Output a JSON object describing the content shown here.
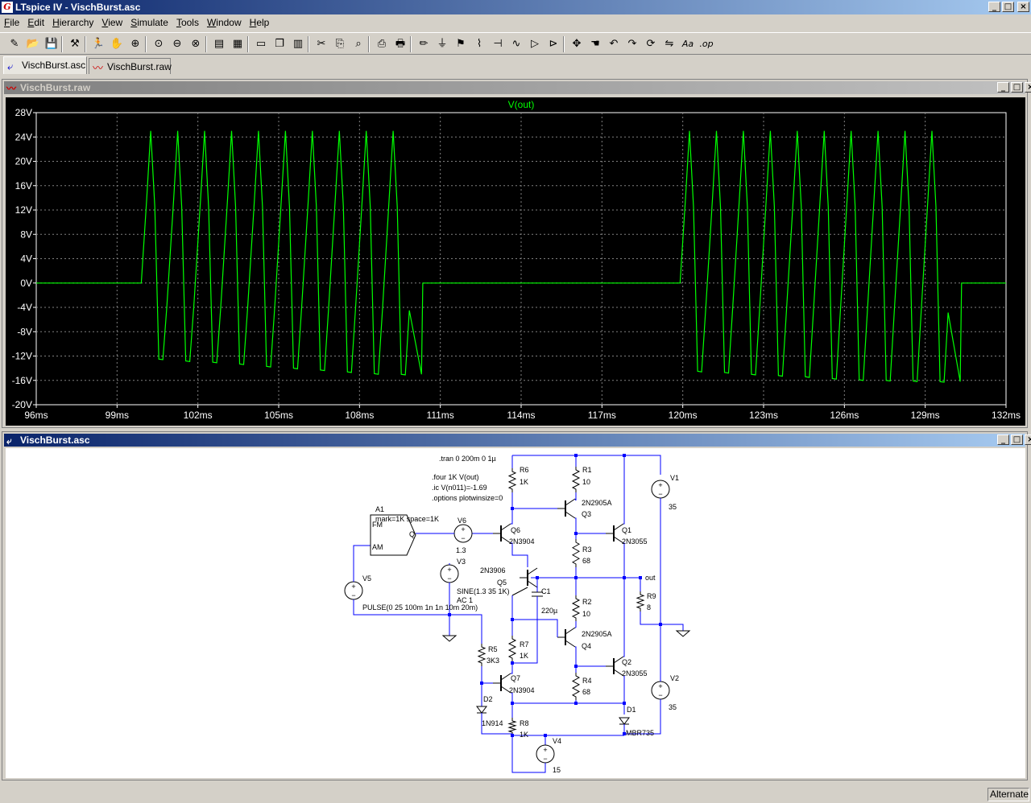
{
  "window": {
    "title": "LTspice IV - VischBurst.asc",
    "icon_letter": "G",
    "min": "_",
    "max": "□",
    "close": "×"
  },
  "menu": [
    "File",
    "Edit",
    "Hierarchy",
    "View",
    "Simulate",
    "Tools",
    "Window",
    "Help"
  ],
  "menu_underline": [
    "F",
    "E",
    "H",
    "V",
    "S",
    "T",
    "W",
    "H"
  ],
  "tabs": [
    {
      "label": "VischBurst.asc",
      "icon": "schematic-icon"
    },
    {
      "label": "VischBurst.raw",
      "icon": "waveform-icon"
    }
  ],
  "plot_window": {
    "title": "VischBurst.raw"
  },
  "schematic_window": {
    "title": "VischBurst.asc"
  },
  "status": {
    "right_label": "Alternate"
  },
  "colors": {
    "trace": "#00ff00",
    "grid": "#808080",
    "plot_bg": "#000000",
    "wire": "#0000ff",
    "component": "#000000"
  },
  "chart_data": {
    "type": "line",
    "title": "V(out)",
    "series": [
      {
        "name": "V(out)"
      }
    ],
    "xlabel": "",
    "ylabel": "",
    "xlim": [
      96,
      132
    ],
    "ylim": [
      -20,
      28
    ],
    "x_unit": "ms",
    "y_unit": "V",
    "x_ticks": [
      "96ms",
      "99ms",
      "102ms",
      "105ms",
      "108ms",
      "111ms",
      "114ms",
      "117ms",
      "120ms",
      "123ms",
      "126ms",
      "129ms",
      "132ms"
    ],
    "y_ticks": [
      "28V",
      "24V",
      "20V",
      "16V",
      "12V",
      "8V",
      "4V",
      "0V",
      "-4V",
      "-8V",
      "-12V",
      "-16V",
      "-20V"
    ],
    "grid": true,
    "bursts": [
      {
        "start_ms": 100,
        "end_ms": 110,
        "cycles": 10,
        "period_ms": 1,
        "peak_v": 25,
        "trough_v": [
          -12.5,
          -12.8,
          -13.0,
          -13.3,
          -13.7,
          -14.0,
          -14.3,
          -14.6,
          -14.9,
          -15.0
        ]
      },
      {
        "start_ms": 120,
        "end_ms": 130,
        "cycles": 10,
        "period_ms": 1,
        "peak_v": 25,
        "trough_v": [
          -14.5,
          -14.7,
          -15.0,
          -15.2,
          -15.4,
          -15.7,
          -15.9,
          -16.0,
          -16.1,
          -16.2
        ]
      }
    ],
    "baseline_v": 0
  },
  "schematic": {
    "directives": [
      ".tran 0 200m 0 1µ",
      ".four 1K V(out)",
      ".ic V(n011)=-1.69",
      ".options plotwinsize=0"
    ],
    "components": {
      "A1": {
        "name": "A1",
        "value": "mark=1K space=1K",
        "pins": [
          "FM",
          "AM",
          "Q"
        ]
      },
      "V6": {
        "name": "V6",
        "value": "1.3"
      },
      "V3": {
        "name": "V3",
        "value": "SINE(1.3 35 1K)",
        "value2": "AC 1"
      },
      "V5": {
        "name": "V5",
        "value": "PULSE(0 25 100m 1n 1n 10m 20m)"
      },
      "R6": {
        "name": "R6",
        "value": "1K"
      },
      "R1": {
        "name": "R1",
        "value": "10"
      },
      "Q3": {
        "name": "Q3",
        "value": "2N2905A"
      },
      "Q6": {
        "name": "Q6",
        "value": "2N3904"
      },
      "Q1": {
        "name": "Q1",
        "value": "2N3055"
      },
      "R3": {
        "name": "R3",
        "value": "68"
      },
      "Q5": {
        "name": "Q5",
        "value": "2N3906"
      },
      "C1": {
        "name": "C1",
        "value": "220µ"
      },
      "R2": {
        "name": "R2",
        "value": "10"
      },
      "Q4": {
        "name": "Q4",
        "value": "2N2905A"
      },
      "R7": {
        "name": "R7",
        "value": "1K"
      },
      "R5": {
        "name": "R5",
        "value": "3K3"
      },
      "Q7": {
        "name": "Q7",
        "value": "2N3904"
      },
      "Q2": {
        "name": "Q2",
        "value": "2N3055"
      },
      "R4": {
        "name": "R4",
        "value": "68"
      },
      "D2": {
        "name": "D2",
        "value": "1N914"
      },
      "R8": {
        "name": "R8",
        "value": "1K"
      },
      "D1": {
        "name": "D1",
        "value": "MBR735"
      },
      "V4": {
        "name": "V4",
        "value": "15"
      },
      "V1": {
        "name": "V1",
        "value": "35"
      },
      "V2": {
        "name": "V2",
        "value": "35"
      },
      "R9": {
        "name": "R9",
        "value": "8"
      }
    },
    "net_label": "out"
  },
  "toolbar": [
    "new-schematic-icon",
    "open-icon",
    "save-icon",
    "control-panel-icon",
    "run-icon",
    "halt-icon",
    "zoom-in-icon",
    "zoom-pan-icon",
    "zoom-out-icon",
    "zoom-full-icon",
    "autorange-icon",
    "grid-icon",
    "tile-horizontal-icon",
    "cascade-icon",
    "tile-vertical-icon",
    "cut-icon",
    "copy-icon",
    "find-icon",
    "print-preview-icon",
    "print-icon",
    "draw-wire-icon",
    "ground-icon",
    "label-net-icon",
    "resistor-icon",
    "capacitor-icon",
    "inductor-icon",
    "diode-icon",
    "component-icon",
    "move-icon",
    "drag-icon",
    "undo-icon",
    "redo-icon",
    "rotate-icon",
    "mirror-icon",
    "text-icon",
    "spice-directive-icon"
  ]
}
